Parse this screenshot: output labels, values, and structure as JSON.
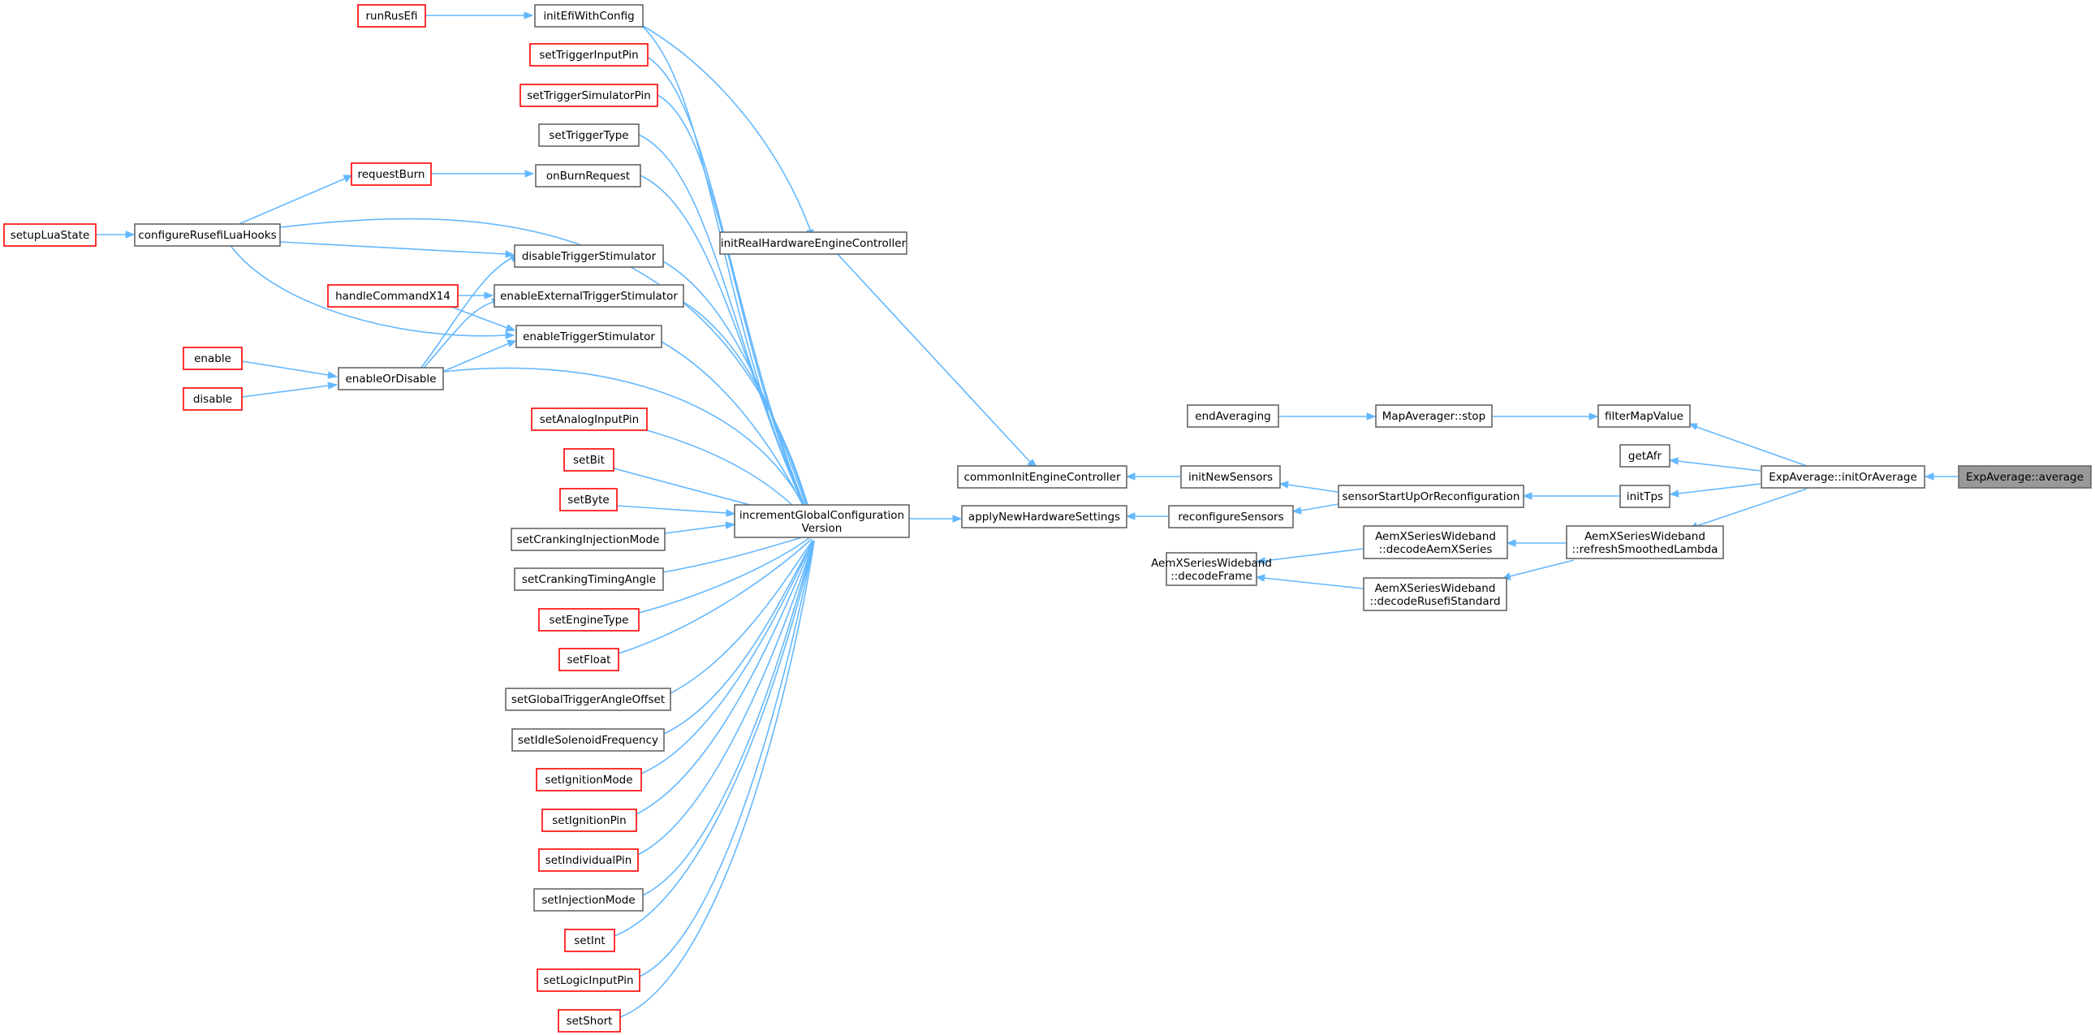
{
  "colors": {
    "edge": "#63b8ff",
    "node_border": "#666666",
    "missing_border": "#ff0000",
    "highlight_fill": "#999999",
    "node_fill": "#ffffff"
  },
  "nodes": {
    "runRusEfi": "runRusEfi",
    "initEfiWithConfig": "initEfiWithConfig",
    "setTriggerInputPin": "setTriggerInputPin",
    "setTriggerSimulatorPin": "setTriggerSimulatorPin",
    "setTriggerType": "setTriggerType",
    "requestBurn": "requestBurn",
    "onBurnRequest": "onBurnRequest",
    "setupLuaState": "setupLuaState",
    "configureRusefiLuaHooks": "configureRusefiLuaHooks",
    "initRealHardwareEngineController": "initRealHardwareEngineController",
    "disableTriggerStimulator": "disableTriggerStimulator",
    "handleCommandX14": "handleCommandX14",
    "enableExternalTriggerStimulator": "enableExternalTriggerStimulator",
    "enableTriggerStimulator": "enableTriggerStimulator",
    "enable": "enable",
    "disable": "disable",
    "enableOrDisable": "enableOrDisable",
    "setAnalogInputPin": "setAnalogInputPin",
    "setBit": "setBit",
    "setByte": "setByte",
    "setCrankingInjectionMode": "setCrankingInjectionMode",
    "setCrankingTimingAngle": "setCrankingTimingAngle",
    "setEngineType": "setEngineType",
    "setFloat": "setFloat",
    "setGlobalTriggerAngleOffset": "setGlobalTriggerAngleOffset",
    "setIdleSolenoidFrequency": "setIdleSolenoidFrequency",
    "setIgnitionMode": "setIgnitionMode",
    "setIgnitionPin": "setIgnitionPin",
    "setIndividualPin": "setIndividualPin",
    "setInjectionMode": "setInjectionMode",
    "setInt": "setInt",
    "setLogicInputPin": "setLogicInputPin",
    "setShort": "setShort",
    "incrementGlobalConfigurationVersion_1": "incrementGlobalConfiguration",
    "incrementGlobalConfigurationVersion_2": "Version",
    "commonInitEngineController": "commonInitEngineController",
    "applyNewHardwareSettings": "applyNewHardwareSettings",
    "initNewSensors": "initNewSensors",
    "reconfigureSensors": "reconfigureSensors",
    "endAveraging": "endAveraging",
    "MapAveragerStop": "MapAverager::stop",
    "sensorStartUpOrReconfiguration": "sensorStartUpOrReconfiguration",
    "decodeFrame_1": "AemXSeriesWideband",
    "decodeFrame_2": "::decodeFrame",
    "decodeAemXSeries_1": "AemXSeriesWideband",
    "decodeAemXSeries_2": "::decodeAemXSeries",
    "decodeRusefiStandard_1": "AemXSeriesWideband",
    "decodeRusefiStandard_2": "::decodeRusefiStandard",
    "filterMapValue": "filterMapValue",
    "getAfr": "getAfr",
    "initTps": "initTps",
    "refreshSmoothedLambda_1": "AemXSeriesWideband",
    "refreshSmoothedLambda_2": "::refreshSmoothedLambda",
    "initOrAverage": "ExpAverage::initOrAverage",
    "average": "ExpAverage::average"
  }
}
